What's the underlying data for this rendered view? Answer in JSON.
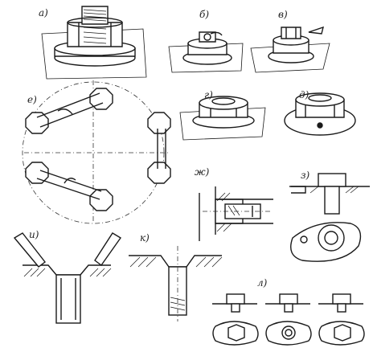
{
  "labels": {
    "a": "а)",
    "b": "б)",
    "v": "в)",
    "e": "е)",
    "g": "г)",
    "d": "д)",
    "zh": "ж)",
    "z": "з)",
    "i": "и)",
    "k": "к)",
    "l": "л)"
  }
}
